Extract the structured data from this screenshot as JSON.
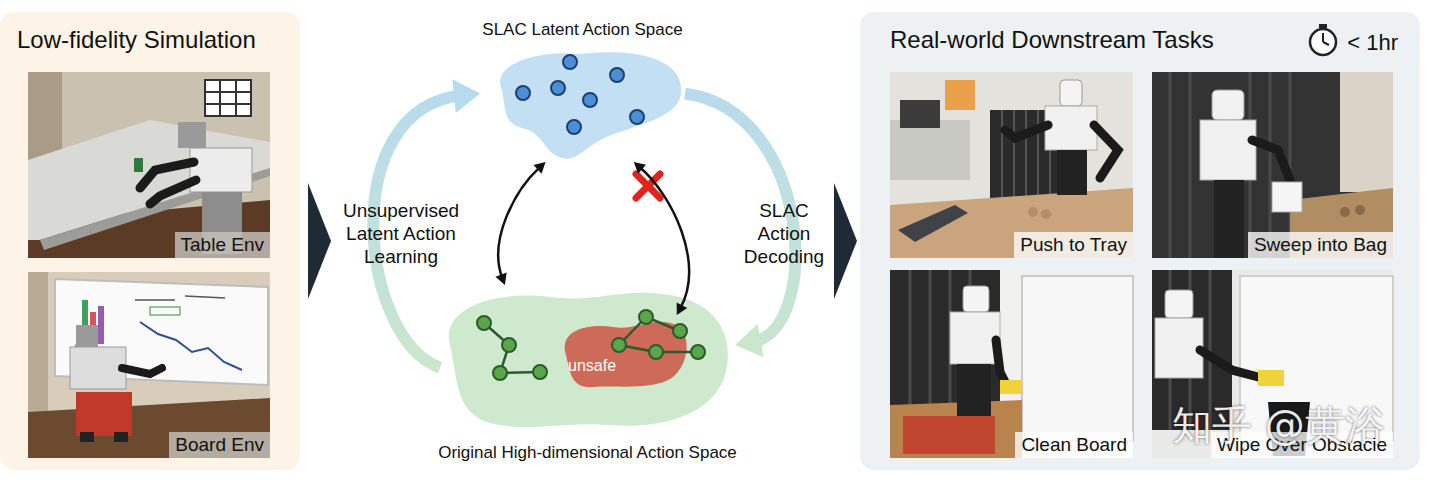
{
  "diagram": {
    "nodes": [
      {
        "text": [
          "Low-fidelity Simulation"
        ]
      },
      {
        "text": [
          "Table Env"
        ],
        "in": 0
      },
      {
        "text": [
          "Board Env"
        ],
        "in": 0
      },
      {
        "text": [
          "SLAC Latent Action Space"
        ]
      },
      {
        "text": [
          "Original High-dimensional Action Space"
        ]
      },
      {
        "text": [
          "unsafe"
        ],
        "in": 4
      },
      {
        "text": [
          "Real-world Downstream Tasks",
          "< 1hr"
        ]
      },
      {
        "text": [
          "Push to Tray"
        ],
        "in": 6
      },
      {
        "text": [
          "Sweep into Bag"
        ],
        "in": 6
      },
      {
        "text": [
          "Clean Board"
        ],
        "in": 6
      },
      {
        "text": [
          "Wipe Over Obstacle"
        ],
        "in": 6
      }
    ],
    "edges": [
      {
        "from": 4,
        "to": 3,
        "arrow": "to",
        "label": "Unsupervised Latent Action Learning"
      },
      {
        "from": 3,
        "to": 4,
        "arrow": "to",
        "label": "SLAC Action Decoding"
      },
      {
        "from": 4,
        "to": 3,
        "arrow": "both"
      },
      {
        "from": 5,
        "to": 3,
        "arrow": "both"
      }
    ],
    "labels": [
      "知乎 @黄浴"
    ]
  }
}
